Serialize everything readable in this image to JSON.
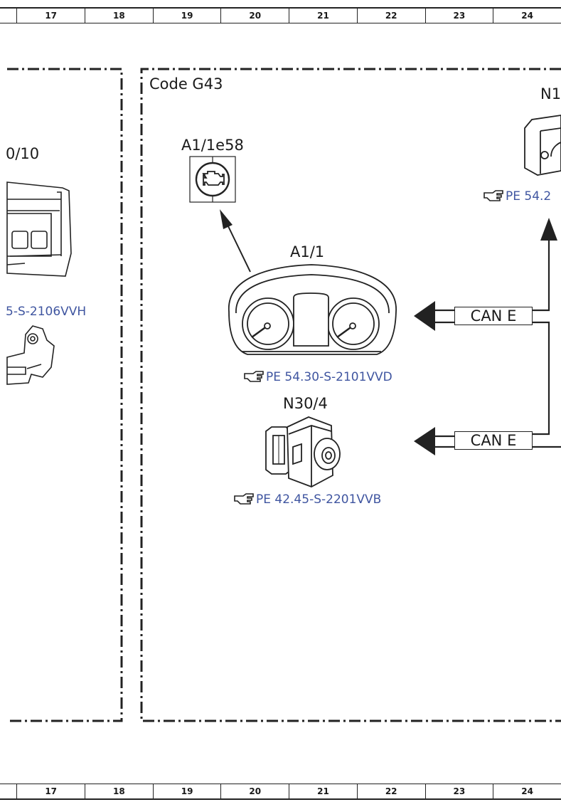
{
  "ruler": {
    "columns": [
      "17",
      "18",
      "19",
      "20",
      "21",
      "22",
      "23",
      "24"
    ]
  },
  "frame": {
    "code_label": "Code G43"
  },
  "left_panel": {
    "partial_label": "0/10",
    "partial_ref": "5-S-2106VVH"
  },
  "components": {
    "indicator": {
      "label": "A1/1e58"
    },
    "cluster": {
      "label": "A1/1",
      "ref": "PE 54.30-S-2101VVD"
    },
    "esp": {
      "label": "N30/4",
      "ref": "PE 42.45-S-2201VVB"
    },
    "right_unit": {
      "partial_label": "N1",
      "partial_ref": "PE 54.2"
    }
  },
  "bus": {
    "upper": "CAN E",
    "lower": "CAN E"
  }
}
